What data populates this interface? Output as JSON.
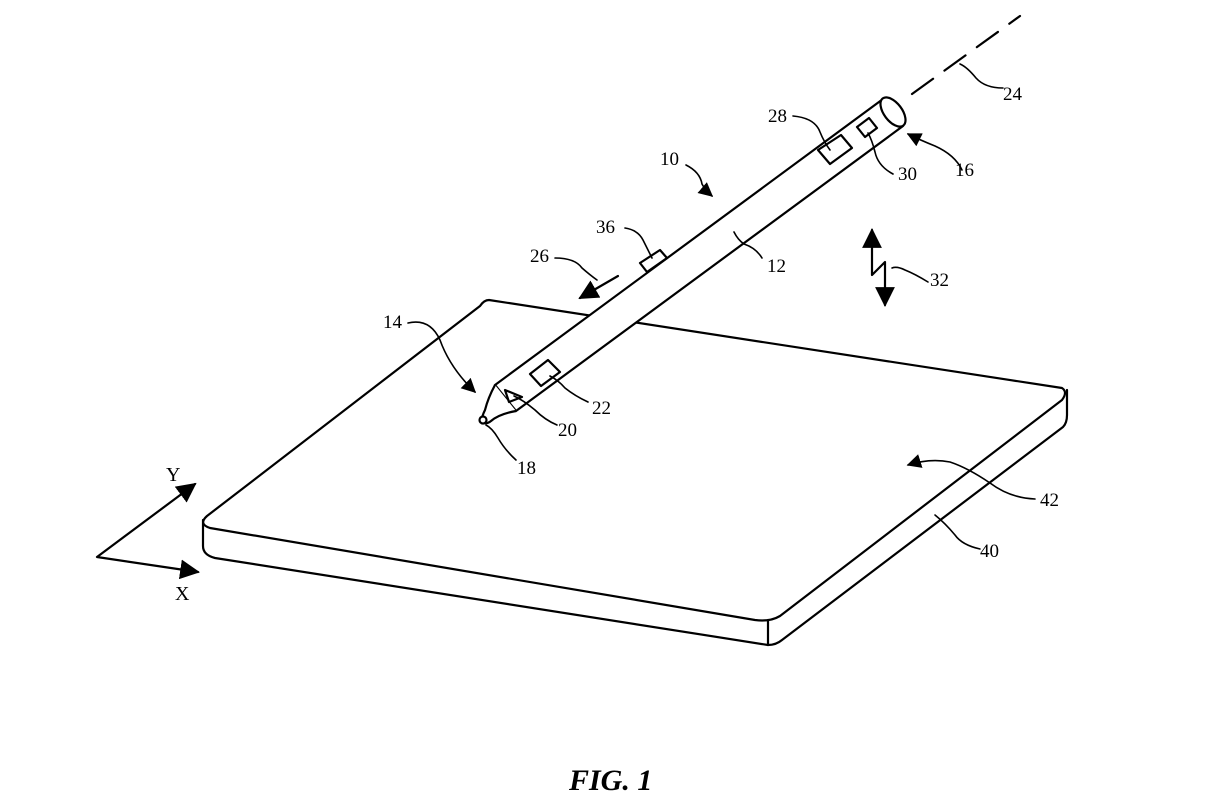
{
  "figure": {
    "caption": "FIG. 1",
    "axes": {
      "x": "X",
      "y": "Y"
    },
    "labels": {
      "l10": "10",
      "l12": "12",
      "l14": "14",
      "l16": "16",
      "l18": "18",
      "l20": "20",
      "l22": "22",
      "l24": "24",
      "l26": "26",
      "l28": "28",
      "l30": "30",
      "l32": "32",
      "l36": "36",
      "l40": "40",
      "l42": "42"
    }
  }
}
